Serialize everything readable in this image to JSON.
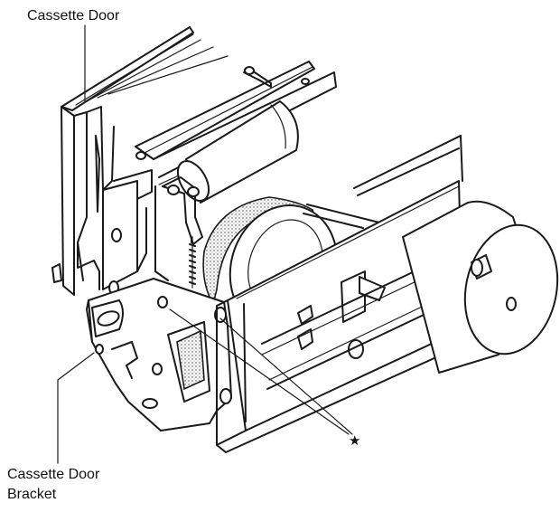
{
  "labels": {
    "cassette_door": "Cassette Door",
    "cassette_door_bracket_line1": "Cassette Door",
    "cassette_door_bracket_line2": "Bracket",
    "star_marker": "★"
  },
  "colors": {
    "ink": "#1a1a1a",
    "background": "#ffffff"
  }
}
